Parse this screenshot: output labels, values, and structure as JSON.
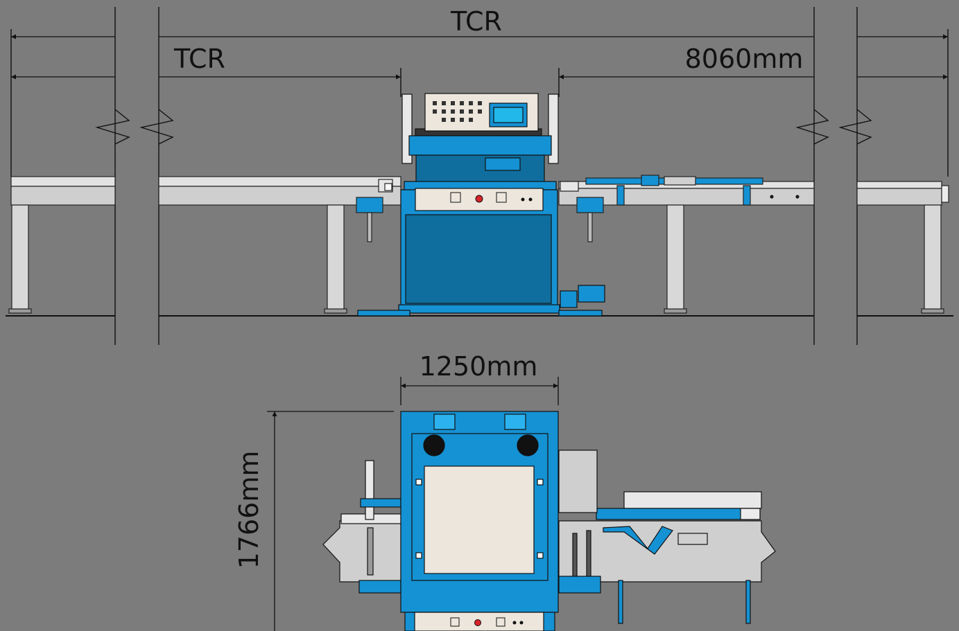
{
  "diagram": {
    "top_view": {
      "overall_length_label": "TCR",
      "infeed_length_label": "TCR",
      "outfeed_length_label": "8060mm"
    },
    "front_view": {
      "width_label": "1250mm",
      "height_label": "1766mm"
    },
    "colors": {
      "background": "#7b7c7b",
      "machine_blue": "#1592d4",
      "machine_blue_dark": "#0f6e9e",
      "rail_gray": "#d4d4d4",
      "panel_cream": "#ece6dc",
      "screen_cyan": "#22b8ea",
      "stop_red": "#d8242a",
      "line": "#111111"
    }
  }
}
